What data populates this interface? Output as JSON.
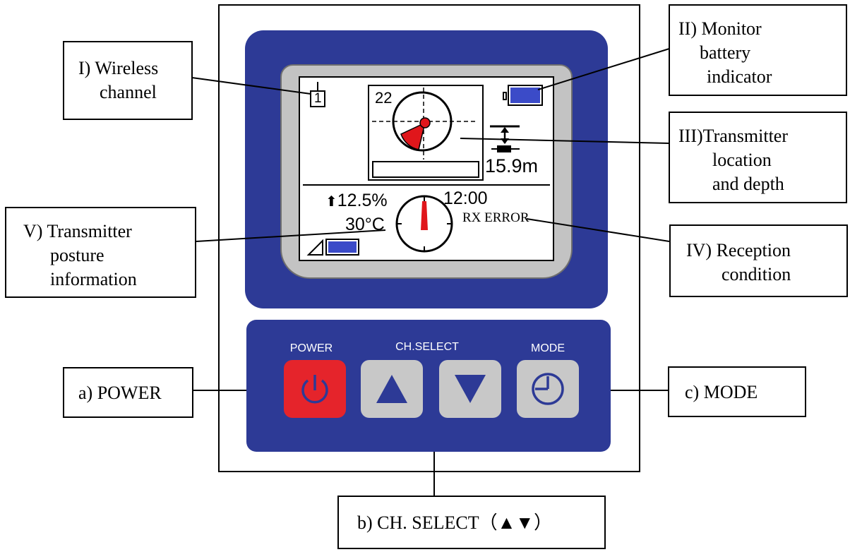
{
  "callouts": {
    "wireless_channel": [
      "I) Wireless",
      "channel"
    ],
    "monitor_battery": [
      "II) Monitor",
      "battery",
      "indicator"
    ],
    "transmitter_location": [
      "III)Transmitter",
      "location",
      "and depth"
    ],
    "reception_condition": [
      "IV) Reception",
      "condition"
    ],
    "transmitter_posture": [
      "V) Transmitter",
      "posture",
      "information"
    ],
    "power": "a) POWER",
    "ch_select": "b) CH. SELECT（▲▼）",
    "mode": "c) MODE"
  },
  "lcd": {
    "channel": "1",
    "signal_number": "22",
    "depth": "15.9m",
    "pitch": "12.5%",
    "temperature": "30°C",
    "clock": "12:00",
    "rx_status": "RX ERROR",
    "monitor_battery_level": 1.0,
    "transmitter_battery_level": 1.0
  },
  "keypad": {
    "power_label": "POWER",
    "ch_select_label": "CH.SELECT",
    "mode_label": "MODE"
  },
  "colors": {
    "bezel": "#2d3a96",
    "battery_fill": "#3b4bc8",
    "power_key": "#e5242b",
    "pointer_red": "#e0161b"
  },
  "icons": {
    "power": "power-icon",
    "up": "triangle-up-icon",
    "down": "triangle-down-icon",
    "mode": "clock-icon"
  }
}
